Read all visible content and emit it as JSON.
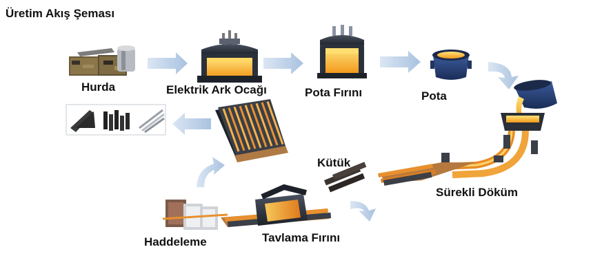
{
  "diagram": {
    "title": "Üretim Akış Şeması",
    "colors": {
      "arrow": "#b9cde4",
      "steel_hot": "#f7b830",
      "steel_orange": "#e8801f",
      "machine_dark": "#2a2f38",
      "billet": "#c67a3a"
    },
    "stages": [
      {
        "id": "hurda",
        "label": "Hurda",
        "icon": "scrap-metal-icon"
      },
      {
        "id": "eaf",
        "label": "Elektrik Ark Ocağı",
        "icon": "electric-arc-furnace-icon"
      },
      {
        "id": "pota-firini",
        "label": "Pota Fırını",
        "icon": "ladle-furnace-icon"
      },
      {
        "id": "pota",
        "label": "Pota",
        "icon": "ladle-icon"
      },
      {
        "id": "surekli-dokum",
        "label": "Sürekli Döküm",
        "icon": "continuous-casting-icon"
      },
      {
        "id": "kutuk",
        "label": "Kütük",
        "icon": "billet-icon"
      },
      {
        "id": "tavlama",
        "label": "Tavlama Fırını",
        "icon": "reheating-furnace-icon"
      },
      {
        "id": "haddeleme",
        "label": "Haddeleme",
        "icon": "rolling-mill-icon"
      }
    ],
    "products_icon": "steel-products-icon",
    "cooling_bed_icon": "cooling-bed-icon"
  }
}
